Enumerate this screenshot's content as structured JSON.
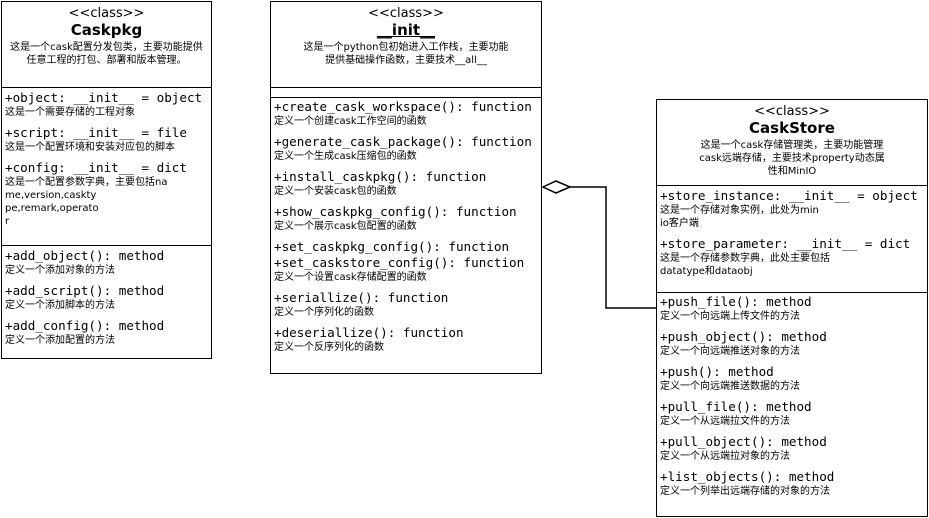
{
  "caskpkg": {
    "stereotype": "<<class>>",
    "name": "Caskpkg",
    "description": "这是一个cask配置分发包类，主要功能提供任意工程的打包、部署和版本管理。",
    "attributes": [
      {
        "signature": "+object: __init__ = object",
        "description": "这是一个需要存储的工程对象"
      },
      {
        "signature": "+script: __init__ = file",
        "description": "这是一个配置环境和安装对应包的脚本"
      },
      {
        "signature": "+config: __init__ = dict",
        "description": "这是一个配置参数字典，主要包括na\nme,version,caskty\npe,remark,operato\nr"
      }
    ],
    "methods": [
      {
        "signature": "+add_object(): method",
        "description": "定义一个添加对象的方法"
      },
      {
        "signature": "+add_script(): method",
        "description": "定义一个添加脚本的方法"
      },
      {
        "signature": "+add_config(): method",
        "description": "定义一个添加配置的方法"
      }
    ]
  },
  "init": {
    "stereotype": "<<class>>",
    "name": "__init__",
    "description": "这是一个python包初始进入工作栈，主要功能提供基础操作函数，主要技术__all__",
    "attributes": [],
    "methods": [
      {
        "signature": "+create_cask_workspace(): function",
        "description": "定义一个创建cask工作空间的函数"
      },
      {
        "signature": "+generate_cask_package(): function",
        "description": "定义一个生成cask压缩包的函数"
      },
      {
        "signature": "+install_caskpkg(): function",
        "description": "定义一个安装cask包的函数"
      },
      {
        "signature": "+show_caskpkg_config(): function",
        "description": "定义一个展示cask包配置的函数"
      },
      {
        "signature": "+set_caskpkg_config(): function\n+set_caskstore_config(): function",
        "description": "定义一个设置cask存储配置的函数"
      },
      {
        "signature": "+seriallize(): function",
        "description": "定义一个序列化的函数"
      },
      {
        "signature": "+deseriallize(): function",
        "description": "定义一个反序列化的函数"
      }
    ]
  },
  "caskstore": {
    "stereotype": "<<class>>",
    "name": "CaskStore",
    "description": "这是一个cask存储管理类，主要功能管理cask远端存储，主要技术property动态属性和MinIO",
    "attributes": [
      {
        "signature": "+store_instance: __init__ = object",
        "description": "这是一个存储对象实例，此处为min\nio客户端"
      },
      {
        "signature": "+store_parameter: __init__ = dict",
        "description": "这是一个存储参数字典，此处主要包括\ndatatype和dataobj"
      }
    ],
    "methods": [
      {
        "signature": "+push_file(): method",
        "description": "定义一个向远端上传文件的方法"
      },
      {
        "signature": "+push_object(): method",
        "description": "定义一个向远端推送对象的方法"
      },
      {
        "signature": "+push(): method",
        "description": "定义一个向远端推送数据的方法"
      },
      {
        "signature": "+pull_file(): method",
        "description": "定义一个从远端拉文件的方法"
      },
      {
        "signature": "+pull_object(): method",
        "description": "定义一个从远端拉对象的方法"
      },
      {
        "signature": "+list_objects(): method",
        "description": "定义一个列举出远端存储的对象的方法"
      }
    ]
  },
  "relations": [
    {
      "type": "aggregation",
      "from": "init",
      "to": "caskstore"
    }
  ]
}
